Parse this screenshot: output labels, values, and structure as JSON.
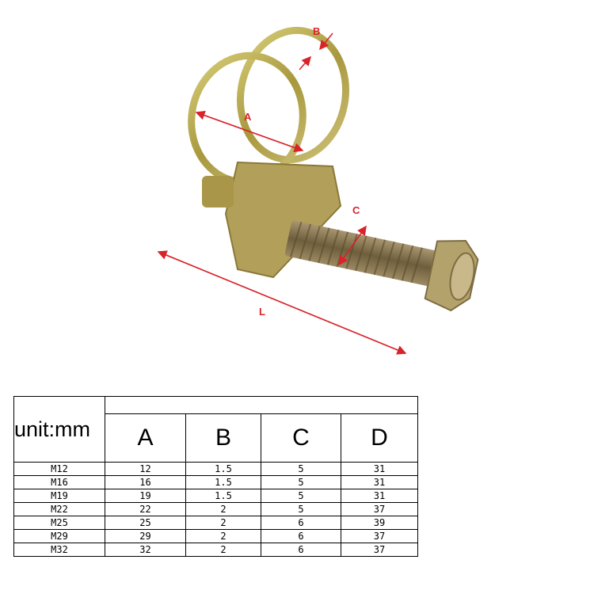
{
  "product": {
    "description": "Double wire hose clamp with screw",
    "colors": {
      "metal": "#b8a44a",
      "bolt": "#8a7a55",
      "dimension_arrow": "#d8232a"
    }
  },
  "dimension_labels": {
    "A": "A",
    "B": "B",
    "C": "C",
    "L": "L"
  },
  "table": {
    "unit_label": "unit:mm",
    "columns": [
      "A",
      "B",
      "C",
      "D"
    ],
    "rows": [
      {
        "size": "M12",
        "A": "12",
        "B": "1.5",
        "C": "5",
        "D": "31"
      },
      {
        "size": "M16",
        "A": "16",
        "B": "1.5",
        "C": "5",
        "D": "31"
      },
      {
        "size": "M19",
        "A": "19",
        "B": "1.5",
        "C": "5",
        "D": "31"
      },
      {
        "size": "M22",
        "A": "22",
        "B": "2",
        "C": "5",
        "D": "37"
      },
      {
        "size": "M25",
        "A": "25",
        "B": "2",
        "C": "6",
        "D": "39"
      },
      {
        "size": "M29",
        "A": "29",
        "B": "2",
        "C": "6",
        "D": "37"
      },
      {
        "size": "M32",
        "A": "32",
        "B": "2",
        "C": "6",
        "D": "37"
      }
    ]
  }
}
